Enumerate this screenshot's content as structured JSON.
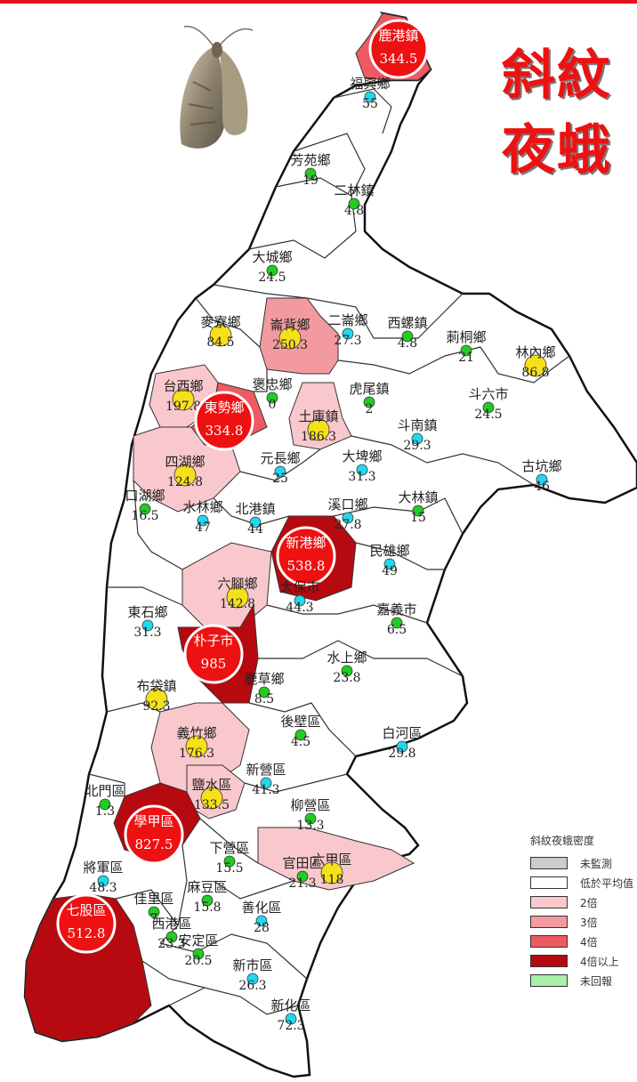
{
  "title": {
    "line1": "斜紋",
    "line2": "夜蛾"
  },
  "colors": {
    "unmonitored": "#cccccc",
    "below_avg": "#ffffff",
    "x2": "#f9c8cc",
    "x3": "#f39aa0",
    "x4": "#ee5a62",
    "x4_plus": "#b60a10",
    "no_report": "#aaf0aa",
    "dot_green": "#22cc22",
    "dot_cyan": "#22d8ee",
    "dot_yellow": "#f6e01a",
    "big_marker": "#ee1111"
  },
  "legend": {
    "title": "斜紋夜蛾密度",
    "items": [
      {
        "label": "未監測",
        "color": "#cccccc"
      },
      {
        "label": "低於平均值",
        "color": "#ffffff"
      },
      {
        "label": "2倍",
        "color": "#f9c8cc"
      },
      {
        "label": "3倍",
        "color": "#f39aa0"
      },
      {
        "label": "4倍",
        "color": "#ee5a62"
      },
      {
        "label": "4倍以上",
        "color": "#b60a10"
      },
      {
        "label": "未回報",
        "color": "#aaf0aa"
      }
    ]
  },
  "regions": [
    {
      "name": "鹿港鎮",
      "value": "344.5",
      "marker": "big"
    },
    {
      "name": "福興鄉",
      "value": "55",
      "marker": "cyan"
    },
    {
      "name": "芳苑鄉",
      "value": "19",
      "marker": "green"
    },
    {
      "name": "二林鎮",
      "value": "4.8",
      "marker": "green"
    },
    {
      "name": "大城鄉",
      "value": "24.5",
      "marker": "green"
    },
    {
      "name": "麥寮鄉",
      "value": "84.5",
      "marker": "yellow"
    },
    {
      "name": "崙背鄉",
      "value": "250.3",
      "marker": "yellow"
    },
    {
      "name": "二崙鄉",
      "value": "27.3",
      "marker": "cyan"
    },
    {
      "name": "西螺鎮",
      "value": "4.8",
      "marker": "green"
    },
    {
      "name": "莿桐鄉",
      "value": "21",
      "marker": "green"
    },
    {
      "name": "林內鄉",
      "value": "86.8",
      "marker": "yellow"
    },
    {
      "name": "台西鄉",
      "value": "197.8",
      "marker": "yellow"
    },
    {
      "name": "東勢鄉",
      "value": "334.8",
      "marker": "big"
    },
    {
      "name": "褒忠鄉",
      "value": "0",
      "marker": "green"
    },
    {
      "name": "虎尾鎮",
      "value": "2",
      "marker": "green"
    },
    {
      "name": "斗六市",
      "value": "24.5",
      "marker": "green"
    },
    {
      "name": "土庫鎮",
      "value": "186.3",
      "marker": "yellow"
    },
    {
      "name": "斗南鎮",
      "value": "29.3",
      "marker": "cyan"
    },
    {
      "name": "四湖鄉",
      "value": "124.8",
      "marker": "yellow"
    },
    {
      "name": "元長鄉",
      "value": "25",
      "marker": "cyan"
    },
    {
      "name": "大埤鄉",
      "value": "31.3",
      "marker": "cyan"
    },
    {
      "name": "古坑鄉",
      "value": "46",
      "marker": "cyan"
    },
    {
      "name": "口湖鄉",
      "value": "16.5",
      "marker": "green"
    },
    {
      "name": "水林鄉",
      "value": "47",
      "marker": "cyan"
    },
    {
      "name": "北港鎮",
      "value": "44",
      "marker": "cyan"
    },
    {
      "name": "溪口鄉",
      "value": "27.8",
      "marker": "cyan"
    },
    {
      "name": "大林鎮",
      "value": "15",
      "marker": "green"
    },
    {
      "name": "新港鄉",
      "value": "538.8",
      "marker": "big"
    },
    {
      "name": "民雄鄉",
      "value": "49",
      "marker": "cyan"
    },
    {
      "name": "六腳鄉",
      "value": "142.8",
      "marker": "yellow"
    },
    {
      "name": "東石鄉",
      "value": "31.3",
      "marker": "cyan"
    },
    {
      "name": "太保市",
      "value": "44.3",
      "marker": "cyan"
    },
    {
      "name": "嘉義市",
      "value": "6.5",
      "marker": "green"
    },
    {
      "name": "朴子市",
      "value": "985",
      "marker": "big"
    },
    {
      "name": "水上鄉",
      "value": "23.8",
      "marker": "green"
    },
    {
      "name": "鹿草鄉",
      "value": "8.5",
      "marker": "green"
    },
    {
      "name": "布袋鎮",
      "value": "92.3",
      "marker": "yellow"
    },
    {
      "name": "後壁區",
      "value": "4.5",
      "marker": "green"
    },
    {
      "name": "白河區",
      "value": "29.8",
      "marker": "cyan"
    },
    {
      "name": "義竹鄉",
      "value": "176.3",
      "marker": "yellow"
    },
    {
      "name": "新營區",
      "value": "41.3",
      "marker": "cyan"
    },
    {
      "name": "鹽水區",
      "value": "133.5",
      "marker": "yellow"
    },
    {
      "name": "北門區",
      "value": "1.3",
      "marker": "green"
    },
    {
      "name": "柳營區",
      "value": "13.3",
      "marker": "green"
    },
    {
      "name": "學甲區",
      "value": "827.5",
      "marker": "big"
    },
    {
      "name": "下營區",
      "value": "15.5",
      "marker": "green"
    },
    {
      "name": "六甲區",
      "value": "118",
      "marker": "yellow"
    },
    {
      "name": "將軍區",
      "value": "48.3",
      "marker": "cyan"
    },
    {
      "name": "官田區",
      "value": "21.3",
      "marker": "green"
    },
    {
      "name": "麻豆區",
      "value": "15.8",
      "marker": "green"
    },
    {
      "name": "佳里區",
      "value": "7",
      "marker": "green"
    },
    {
      "name": "善化區",
      "value": "28",
      "marker": "cyan"
    },
    {
      "name": "七股區",
      "value": "512.8",
      "marker": "big"
    },
    {
      "name": "西港區",
      "value": "23.3",
      "marker": "green"
    },
    {
      "name": "安定區",
      "value": "20.5",
      "marker": "green"
    },
    {
      "name": "新市區",
      "value": "26.3",
      "marker": "cyan"
    },
    {
      "name": "新化區",
      "value": "72.3",
      "marker": "cyan"
    }
  ]
}
